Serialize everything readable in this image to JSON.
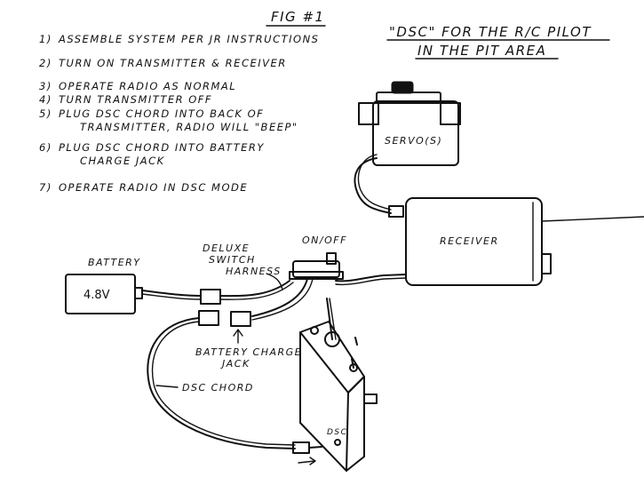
{
  "figure": {
    "title": "FIG #1",
    "heading_line1": "\"DSC\" FOR THE R/C PILOT",
    "heading_line2": "IN THE PIT AREA"
  },
  "steps": [
    {
      "num": "1)",
      "lines": [
        "ASSEMBLE SYSTEM PER JR INSTRUCTIONS"
      ]
    },
    {
      "num": "2)",
      "lines": [
        "TURN ON TRANSMITTER & RECEIVER"
      ]
    },
    {
      "num": "3)",
      "lines": [
        "OPERATE RADIO AS NORMAL"
      ]
    },
    {
      "num": "4)",
      "lines": [
        "TURN TRANSMITTER OFF"
      ]
    },
    {
      "num": "5)",
      "lines": [
        "PLUG DSC CHORD INTO BACK OF",
        "TRANSMITTER, RADIO WILL \"BEEP\""
      ]
    },
    {
      "num": "6)",
      "lines": [
        "PLUG DSC CHORD INTO BATTERY",
        "CHARGE JACK"
      ]
    },
    {
      "num": "7)",
      "lines": [
        "OPERATE RADIO IN DSC MODE"
      ]
    }
  ],
  "labels": {
    "servo": "SERVO(S)",
    "receiver": "RECEIVER",
    "battery": "BATTERY",
    "battery_voltage": "4.8V",
    "on_off": "ON/OFF",
    "deluxe_line1": "DELUXE",
    "deluxe_line2": "SWITCH",
    "deluxe_line3": "HARNESS",
    "charge_line1": "BATTERY CHARGE",
    "charge_line2": "JACK",
    "dsc_chord": "DSC CHORD",
    "tx_dsc": "DSC"
  },
  "colors": {
    "ink": "#111111",
    "paper": "#ffffff"
  }
}
